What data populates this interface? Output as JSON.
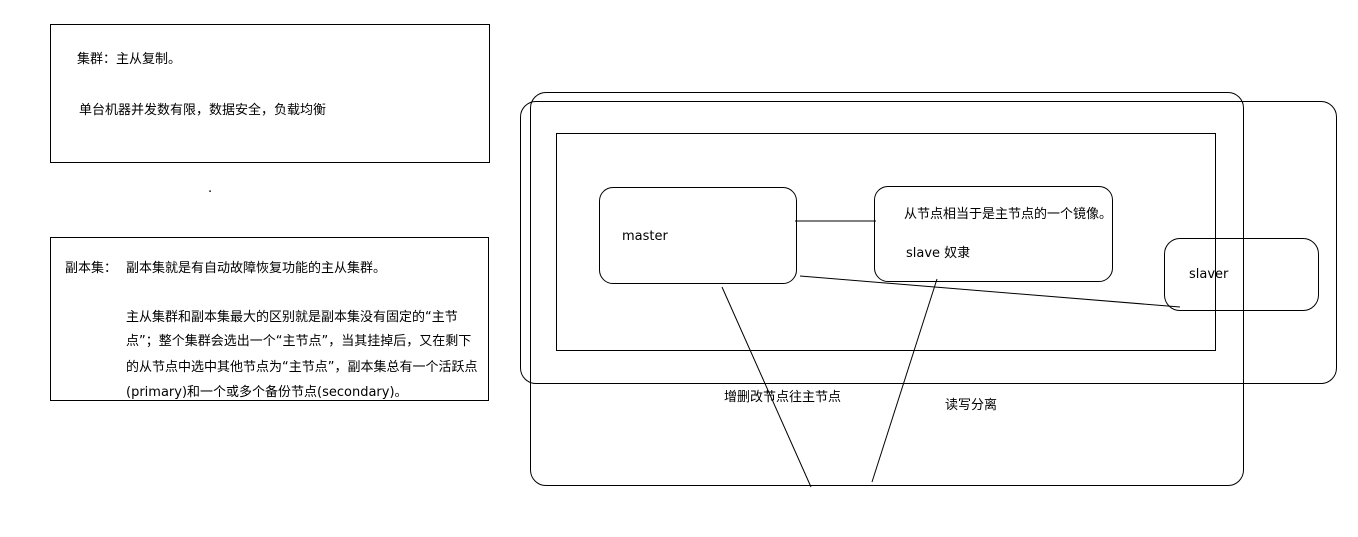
{
  "note_cluster": {
    "title": "集群：主从复制。",
    "line2": "单台机器并发数有限，数据安全，负载均衡"
  },
  "dot": ".",
  "note_replica": {
    "label": "副本集：",
    "line1": "副本集就是有自动故障恢复功能的主从集群。",
    "para": [
      "主从集群和副本集最大的区别就是副本集没有固定的“主节",
      "点”；整个集群会选出一个“主节点”，当其挂掉后，又在剩下",
      "的从节点中选中其他节点为“主节点”，副本集总有一个活跃点",
      "(primary)和一个或多个备份节点(secondary)。"
    ]
  },
  "diagram": {
    "master_label": "master",
    "slave_note": "从节点相当于是主节点的一个镜像。",
    "slave_label": "slave  奴隶",
    "slaver_label": "slaver",
    "write_note": "增删改节点往主节点",
    "rw_note": "读写分离"
  }
}
